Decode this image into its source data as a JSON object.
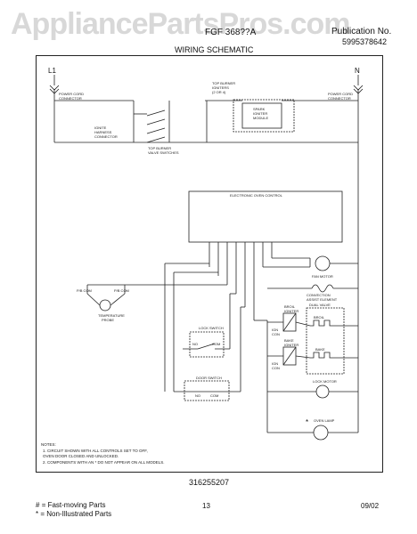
{
  "watermark": "AppliancePartsPros.com",
  "header": {
    "model": "FGF 368??A",
    "publication_label": "Publication No.",
    "publication_no": "5995378642",
    "title": "WIRING SCHEMATIC"
  },
  "terminals": {
    "line": "L1",
    "neutral": "N"
  },
  "labels": {
    "power_cord_left": [
      "POWER CORD",
      "CONNECTOR"
    ],
    "power_cord_right": [
      "POWER CORD",
      "CONNECTOR"
    ],
    "ignite_harness": [
      "IGNITE",
      "HARNESS",
      "CONNECTOR"
    ],
    "top_burner_valve_switches": [
      "TOP BURNER",
      "VALVE SWITCHES"
    ],
    "top_burner_igniters": [
      "TOP BURNER",
      "IGNITERS",
      "(2 OR 4)"
    ],
    "spark_module": [
      "SPARK",
      "IGNITER",
      "MODULE"
    ],
    "eoc": "ELECTRONIC OVEN CONTROL",
    "fan_motor": "FAN MOTOR",
    "convection_element": [
      "CONVECTION",
      "ASSIST ELEMENT"
    ],
    "rtd_left": "P/B COM",
    "rtd_right": "P/B COM",
    "temp_probe": [
      "TEMPERATURE",
      "PROBE"
    ],
    "lock_switch": "LOCK SWITCH",
    "lock_no": "NO",
    "lock_com": "COM",
    "door_switch": "DOOR SWITCH",
    "door_no": "NO",
    "door_com": "COM",
    "broil_igniter": [
      "BROIL",
      "IGNITER"
    ],
    "bake_igniter": [
      "BAKE",
      "IGNITER"
    ],
    "dual_valve": "DUAL VALVE",
    "broil": "BROIL",
    "bake": "BAKE",
    "ign_con": [
      "IGN",
      "CON"
    ],
    "lock_motor": "LOCK MOTOR",
    "oven_lamp": "OVEN LAMP",
    "oven_lamp_marker": "*"
  },
  "notes": {
    "title": "NOTES:",
    "items": [
      "1.   CIRCUIT SHOWN WITH ALL CONTROLS SET TO OFF,",
      "      OVEN DOOR CLOSED AND UNLOCKED.",
      "2.   COMPONENTS WITH AN  *  DO NOT APPEAR ON ALL MODELS."
    ]
  },
  "part_number": "316255207",
  "footer": {
    "legend": [
      {
        "symbol": "#",
        "text": "=  Fast-moving Parts"
      },
      {
        "symbol": "*",
        "text": "=  Non-Illustrated Parts"
      }
    ],
    "page": "13",
    "date": "09/02"
  }
}
